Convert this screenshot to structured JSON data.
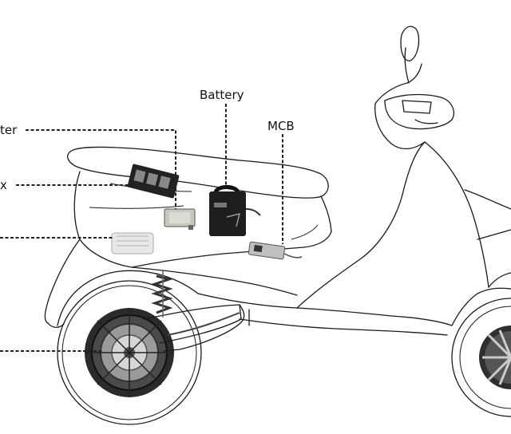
{
  "labels": {
    "battery": "Battery",
    "mcb": "MCB",
    "converter_partial": "ter",
    "box_partial": "x"
  },
  "colors": {
    "line": "#1a1a1a",
    "leader": "#222222",
    "background": "#ffffff"
  }
}
